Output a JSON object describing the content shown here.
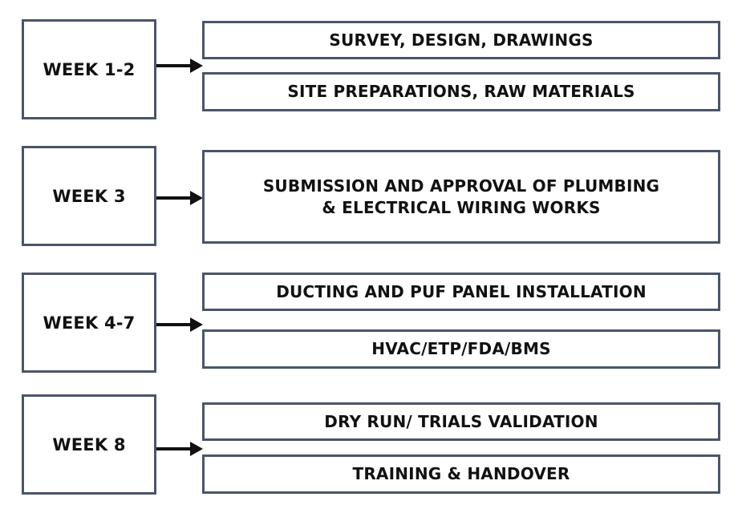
{
  "phases": [
    {
      "week": "WEEK 1-2",
      "tasks": [
        "SURVEY, DESIGN, DRAWINGS",
        "SITE PREPARATIONS, RAW MATERIALS"
      ]
    },
    {
      "week": "WEEK 3",
      "tasks": [
        "SUBMISSION AND APPROVAL OF PLUMBING & ELECTRICAL WIRING WORKS"
      ]
    },
    {
      "week": "WEEK 4-7",
      "tasks": [
        "DUCTING AND PUF PANEL INSTALLATION",
        "HVAC/ETP/FDA/BMS"
      ]
    },
    {
      "week": "WEEK 8",
      "tasks": [
        "DRY RUN/ TRIALS VALIDATION",
        "TRAINING & HANDOVER"
      ]
    }
  ],
  "colors": {
    "border": "#4a5568",
    "arrow": "#111111",
    "text": "#111111"
  }
}
